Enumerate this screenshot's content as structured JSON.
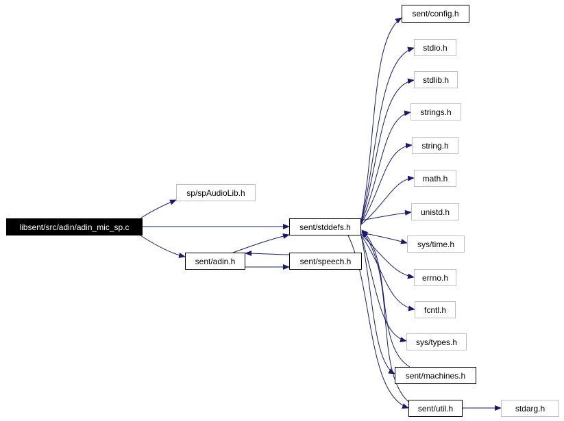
{
  "graph": {
    "edge_color": "#191970",
    "root": "libsent/src/adin/adin_mic_sp.c",
    "nodes": [
      {
        "id": "root",
        "label": "libsent/src/adin/adin_mic_sp.c",
        "kind": "root"
      },
      {
        "id": "spaudiolib",
        "label": "sp/spAudioLib.h",
        "kind": "system"
      },
      {
        "id": "stddefs",
        "label": "sent/stddefs.h",
        "kind": "local"
      },
      {
        "id": "adin",
        "label": "sent/adin.h",
        "kind": "local"
      },
      {
        "id": "speech",
        "label": "sent/speech.h",
        "kind": "local"
      },
      {
        "id": "config",
        "label": "sent/config.h",
        "kind": "local"
      },
      {
        "id": "stdio",
        "label": "stdio.h",
        "kind": "system"
      },
      {
        "id": "stdlib",
        "label": "stdlib.h",
        "kind": "system"
      },
      {
        "id": "strings",
        "label": "strings.h",
        "kind": "system"
      },
      {
        "id": "string",
        "label": "string.h",
        "kind": "system"
      },
      {
        "id": "math",
        "label": "math.h",
        "kind": "system"
      },
      {
        "id": "unistd",
        "label": "unistd.h",
        "kind": "system"
      },
      {
        "id": "systime",
        "label": "sys/time.h",
        "kind": "system"
      },
      {
        "id": "errno",
        "label": "errno.h",
        "kind": "system"
      },
      {
        "id": "fcntl",
        "label": "fcntl.h",
        "kind": "system"
      },
      {
        "id": "systypes",
        "label": "sys/types.h",
        "kind": "system"
      },
      {
        "id": "machines",
        "label": "sent/machines.h",
        "kind": "local"
      },
      {
        "id": "util",
        "label": "sent/util.h",
        "kind": "local"
      },
      {
        "id": "stdarg",
        "label": "stdarg.h",
        "kind": "system"
      }
    ],
    "edges": [
      {
        "from": "root",
        "to": "spaudiolib"
      },
      {
        "from": "root",
        "to": "stddefs"
      },
      {
        "from": "root",
        "to": "adin"
      },
      {
        "from": "adin",
        "to": "stddefs"
      },
      {
        "from": "adin",
        "to": "speech"
      },
      {
        "from": "speech",
        "to": "adin"
      },
      {
        "from": "stddefs",
        "to": "config"
      },
      {
        "from": "stddefs",
        "to": "stdio"
      },
      {
        "from": "stddefs",
        "to": "stdlib"
      },
      {
        "from": "stddefs",
        "to": "strings"
      },
      {
        "from": "stddefs",
        "to": "string"
      },
      {
        "from": "stddefs",
        "to": "math"
      },
      {
        "from": "stddefs",
        "to": "unistd"
      },
      {
        "from": "stddefs",
        "to": "systime"
      },
      {
        "from": "stddefs",
        "to": "errno"
      },
      {
        "from": "stddefs",
        "to": "fcntl"
      },
      {
        "from": "stddefs",
        "to": "systypes"
      },
      {
        "from": "stddefs",
        "to": "machines"
      },
      {
        "from": "stddefs",
        "to": "util"
      },
      {
        "from": "machines",
        "to": "stddefs"
      },
      {
        "from": "util",
        "to": "stddefs"
      },
      {
        "from": "util",
        "to": "stdarg"
      }
    ]
  }
}
